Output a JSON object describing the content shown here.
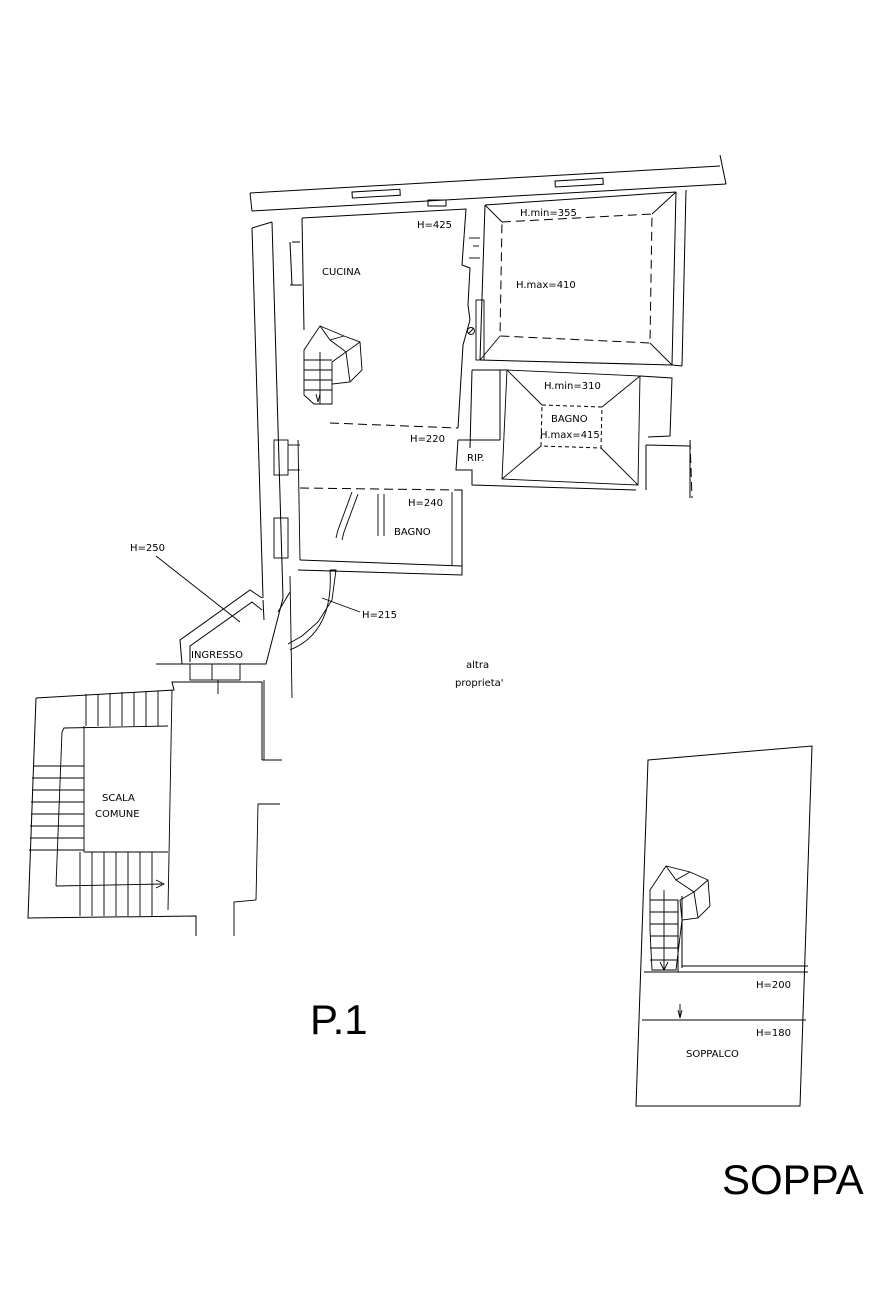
{
  "plan_title": "P.1",
  "mezzanine_title": "SOPPA",
  "rooms": {
    "cucina": "CUCINA",
    "bagno_upper": "BAGNO",
    "bagno_lower": "BAGNO",
    "rip": "RIP.",
    "ingresso": "INGRESSO",
    "scala_line1": "SCALA",
    "scala_line2": "COMUNE",
    "altra_line1": "altra",
    "altra_line2": "proprieta'",
    "soppalco": "SOPPALCO"
  },
  "heights": {
    "h425": "H=425",
    "hmin355": "H.min=355",
    "hmax410": "H.max=410",
    "hmin310": "H.min=310",
    "hmax415": "H.max=415",
    "h220": "H=220",
    "h240": "H=240",
    "h250": "H=250",
    "h215": "H=215",
    "h200": "H=200",
    "h180": "H=180"
  }
}
